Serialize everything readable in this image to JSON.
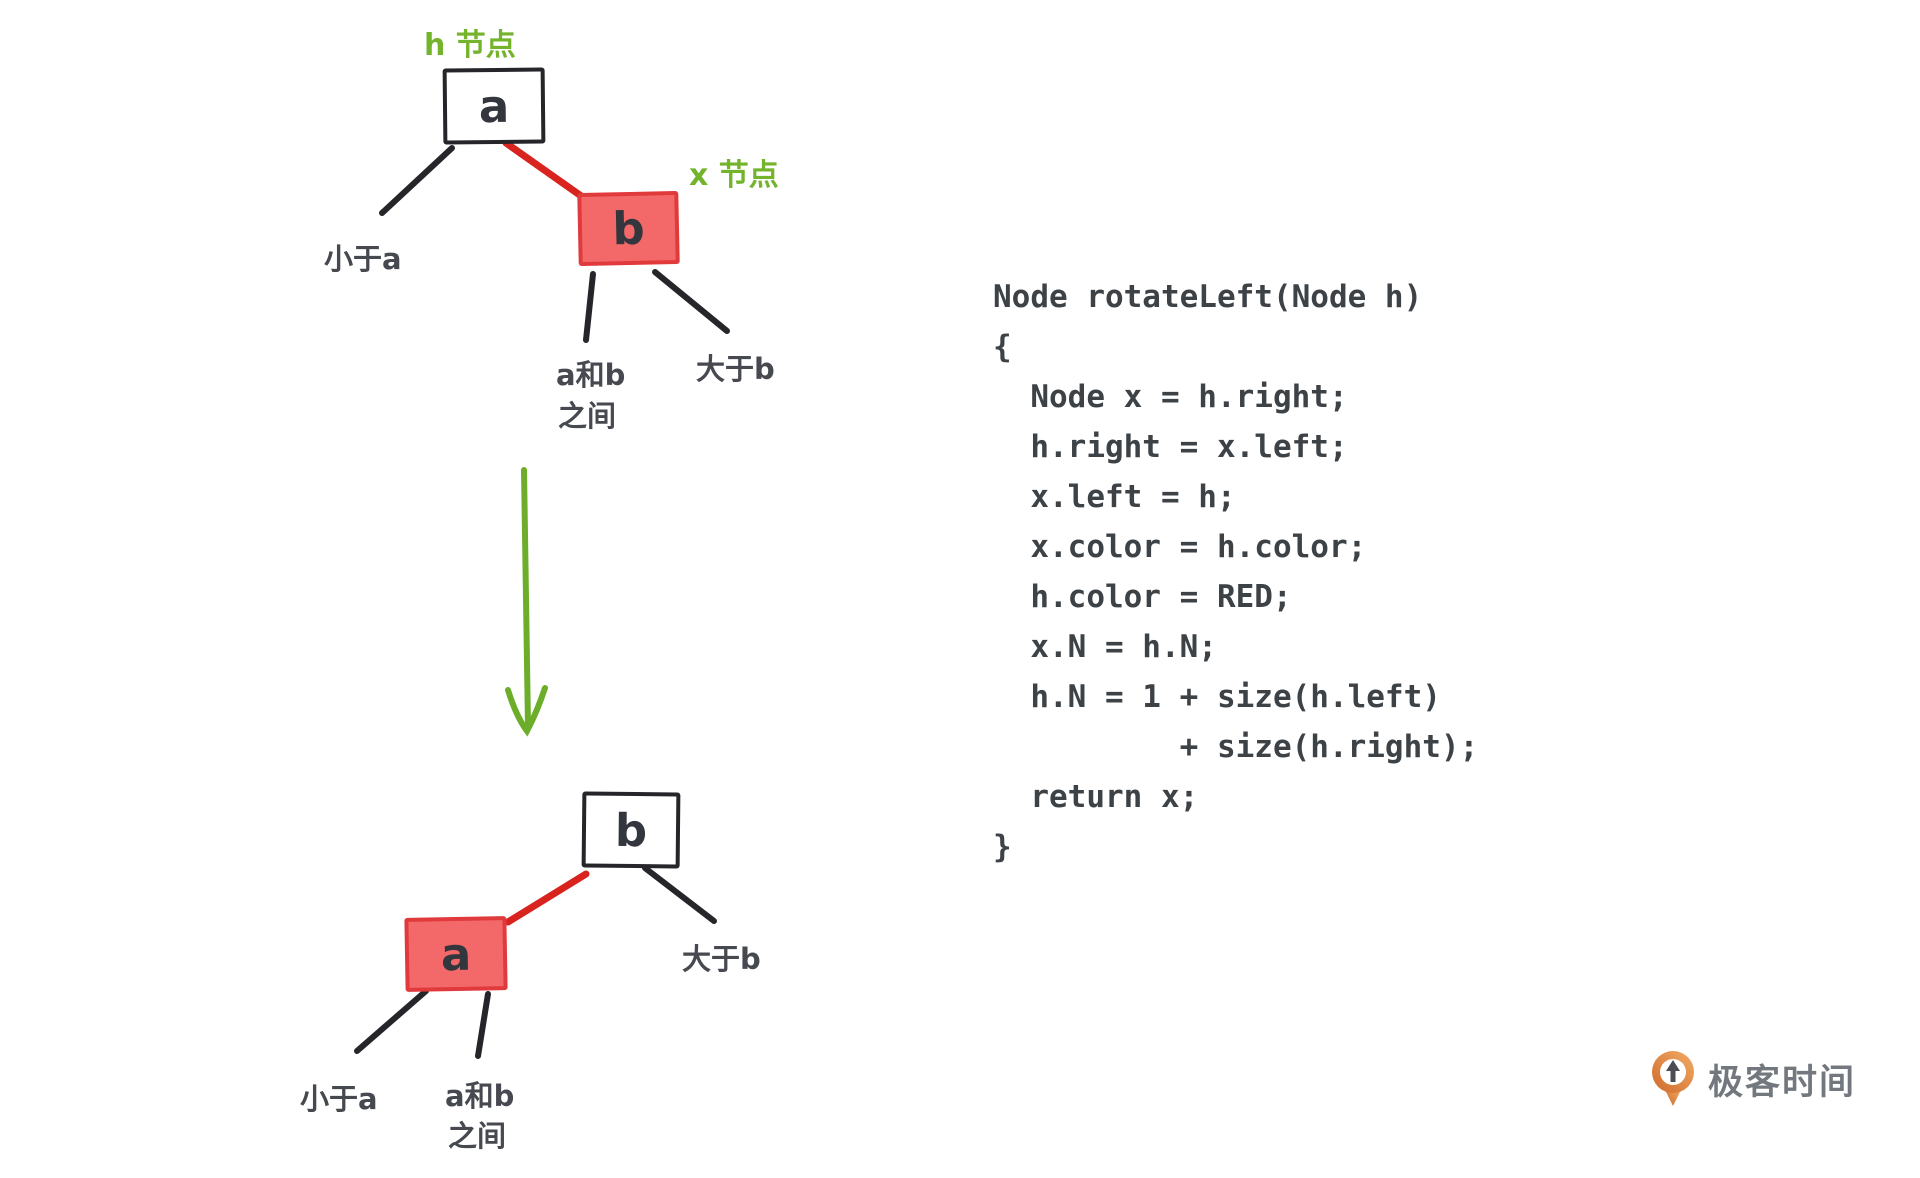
{
  "colors": {
    "background": "#ffffff",
    "green_accent": "#74b32c",
    "green_arrow": "#6cae2a",
    "red_node_fill": "#f3696a",
    "red_node_border": "#e03a3c",
    "red_edge": "#d8231f",
    "black_edge": "#26262a",
    "label_text": "#46494f",
    "code_text": "#3d4247",
    "logo_orange": "#e07b36",
    "logo_text": "#73787e"
  },
  "before": {
    "h_label": "h 节点",
    "x_label": "x 节点",
    "node_a": "a",
    "node_b": "b",
    "less_a": "小于a",
    "between1": "a和b",
    "between2": "之间",
    "greater_b": "大于b"
  },
  "after": {
    "node_a": "a",
    "node_b": "b",
    "less_a": "小于a",
    "between1": "a和b",
    "between2": "之间",
    "greater_b": "大于b"
  },
  "code": {
    "lines": [
      "Node rotateLeft(Node h)",
      "{",
      "  Node x = h.right;",
      "  h.right = x.left;",
      "  x.left = h;",
      "  x.color = h.color;",
      "  h.color = RED;",
      "  x.N = h.N;",
      "  h.N = 1 + size(h.left)",
      "          + size(h.right);",
      "  return x;",
      "}"
    ]
  },
  "logo": {
    "text": "极客时间"
  }
}
